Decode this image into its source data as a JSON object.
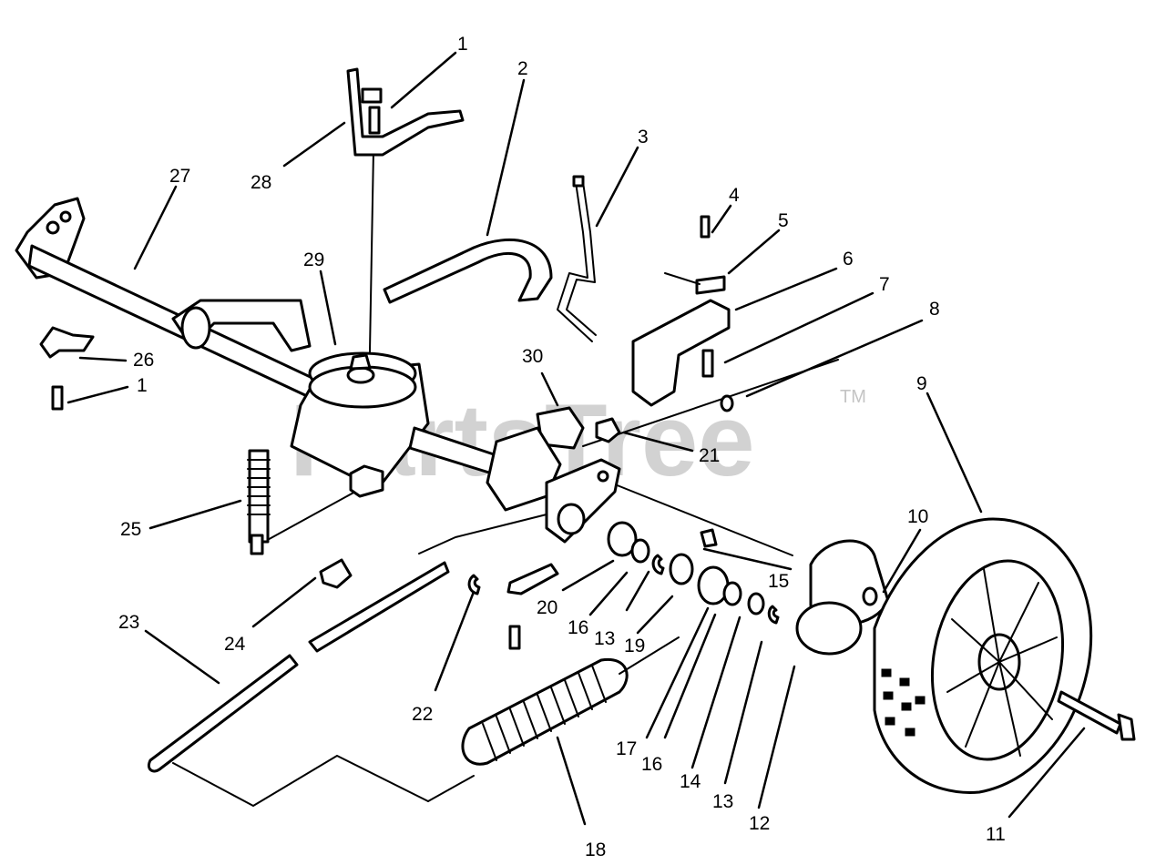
{
  "watermark": {
    "text": "PartsTree",
    "trademark": "TM"
  },
  "callouts": [
    {
      "id": "c1a",
      "label": "1"
    },
    {
      "id": "c2",
      "label": "2"
    },
    {
      "id": "c3",
      "label": "3"
    },
    {
      "id": "c4",
      "label": "4"
    },
    {
      "id": "c5",
      "label": "5"
    },
    {
      "id": "c6",
      "label": "6"
    },
    {
      "id": "c7",
      "label": "7"
    },
    {
      "id": "c8",
      "label": "8"
    },
    {
      "id": "c9",
      "label": "9"
    },
    {
      "id": "c10",
      "label": "10"
    },
    {
      "id": "c11",
      "label": "11"
    },
    {
      "id": "c12",
      "label": "12"
    },
    {
      "id": "c13a",
      "label": "13"
    },
    {
      "id": "c13b",
      "label": "13"
    },
    {
      "id": "c14",
      "label": "14"
    },
    {
      "id": "c15",
      "label": "15"
    },
    {
      "id": "c16a",
      "label": "16"
    },
    {
      "id": "c16b",
      "label": "16"
    },
    {
      "id": "c17",
      "label": "17"
    },
    {
      "id": "c18",
      "label": "18"
    },
    {
      "id": "c19",
      "label": "19"
    },
    {
      "id": "c20",
      "label": "20"
    },
    {
      "id": "c21",
      "label": "21"
    },
    {
      "id": "c22",
      "label": "22"
    },
    {
      "id": "c23",
      "label": "23"
    },
    {
      "id": "c24",
      "label": "24"
    },
    {
      "id": "c25",
      "label": "25"
    },
    {
      "id": "c26",
      "label": "26"
    },
    {
      "id": "c1b",
      "label": "1"
    },
    {
      "id": "c27",
      "label": "27"
    },
    {
      "id": "c28",
      "label": "28"
    },
    {
      "id": "c29",
      "label": "29"
    },
    {
      "id": "c30",
      "label": "30"
    }
  ]
}
